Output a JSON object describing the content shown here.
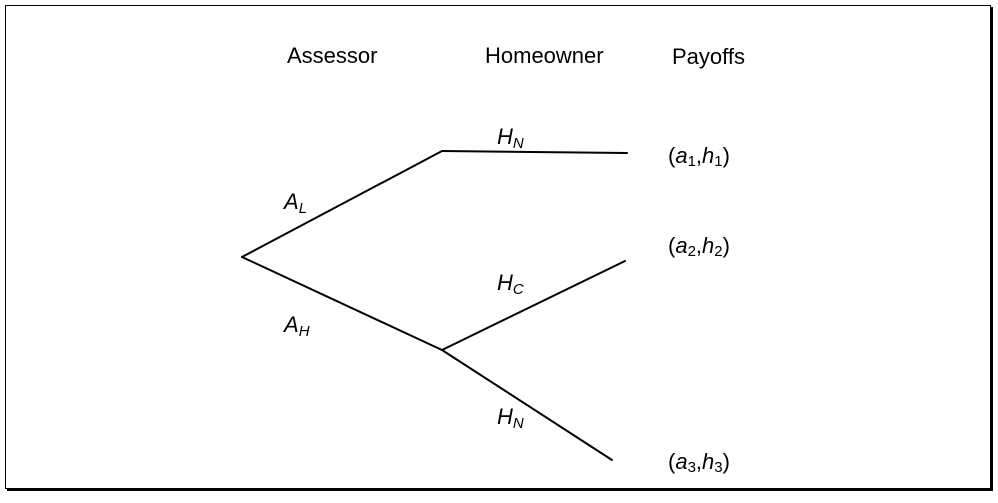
{
  "headers": {
    "player1": "Assessor",
    "player2": "Homeowner",
    "payoffs": "Payoffs"
  },
  "branches": {
    "a_low": {
      "letter": "A",
      "sub": "L"
    },
    "a_high": {
      "letter": "A",
      "sub": "H"
    },
    "h_none_top": {
      "letter": "H",
      "sub": "N"
    },
    "h_contest": {
      "letter": "H",
      "sub": "C"
    },
    "h_none_bottom": {
      "letter": "H",
      "sub": "N"
    }
  },
  "payoffs": [
    {
      "open": "(",
      "a": "a",
      "a_sub": "1",
      "comma": ",",
      "h": "h",
      "h_sub": "1",
      "close": ")"
    },
    {
      "open": "(",
      "a": "a",
      "a_sub": "2",
      "comma": ",",
      "h": "h",
      "h_sub": "2",
      "close": ")"
    },
    {
      "open": "(",
      "a": "a",
      "a_sub": "3",
      "comma": ",",
      "h": "h",
      "h_sub": "3",
      "close": ")"
    }
  ],
  "colors": {
    "line": "#000000",
    "background": "#ffffff"
  }
}
